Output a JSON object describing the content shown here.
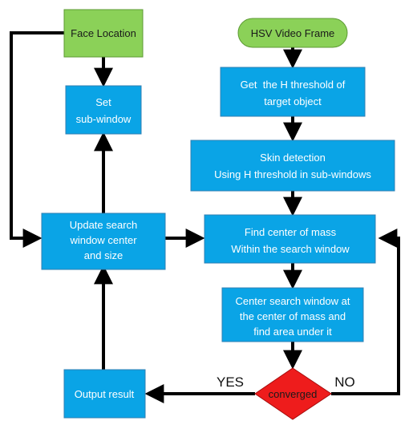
{
  "colors": {
    "process_fill": "#0aa4e6",
    "process_stroke": "#2f7fb3",
    "start_fill": "#8bd158",
    "start_stroke": "#5c9a33",
    "decision_fill": "#ee1c1c",
    "decision_stroke": "#a50d0d",
    "arrow": "#000000"
  },
  "nodes": {
    "face_location": "Face Location",
    "set_subwindow": [
      "Set",
      "sub-window"
    ],
    "hsv_video_frame": "HSV Video Frame",
    "get_h_threshold": [
      "Get  the H threshold of",
      "target object"
    ],
    "skin_detection": [
      "Skin detection",
      "Using H threshold in sub-windows"
    ],
    "update_search": [
      "Update search",
      "window center",
      "and size"
    ],
    "find_center": [
      "Find center of mass",
      "Within the search window"
    ],
    "center_search": [
      "Center search window at",
      "the center of mass and",
      "find area under it"
    ],
    "output_result": "Output result",
    "converged": "converged"
  },
  "labels": {
    "yes": "YES",
    "no": "NO"
  }
}
